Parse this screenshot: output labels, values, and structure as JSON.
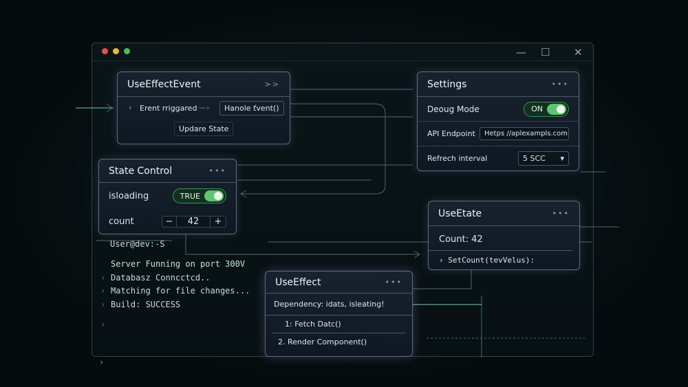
{
  "window": {
    "controls": {
      "minimize": "—",
      "maximize": "☐",
      "close": "✕"
    },
    "traffic_colors": [
      "#e0524a",
      "#e6b93a",
      "#4cbf55"
    ]
  },
  "use_effect_event": {
    "title": "UseEffectEvent",
    "expand": ">>",
    "event": "Erent rriggared",
    "handler": "Hanole ťvent()",
    "update": "Updare State"
  },
  "settings": {
    "title": "Settings",
    "debug_label": "Deoug Mode",
    "debug_value": "ON",
    "api_label": "API Endpoint",
    "api_value": "Hetps //aplexampls.com",
    "refresh_label": "Refrech interval",
    "refresh_value": "5 SCC"
  },
  "state_control": {
    "title": "State Control",
    "loading_label": "isloading",
    "loading_value": "TRUE",
    "count_label": "count",
    "count_value": "42",
    "minus": "−",
    "plus": "+"
  },
  "use_state": {
    "title": "UseEtate",
    "count": "Count:  42",
    "setter": "SetCount(tevVelus):"
  },
  "use_effect": {
    "title": "UseEffect",
    "dependency": "Dependency: idats, isleating!",
    "steps": [
      "1: Fetch Datc()",
      "2. Render Component()"
    ]
  },
  "terminal": {
    "prompt": "User@dev:-S",
    "lines": [
      "Server Funning on port 300V",
      "Databasz Conncctcd..",
      "Matching for file changes...",
      "Build: SUCCESS"
    ]
  },
  "menu_dots": "•••"
}
